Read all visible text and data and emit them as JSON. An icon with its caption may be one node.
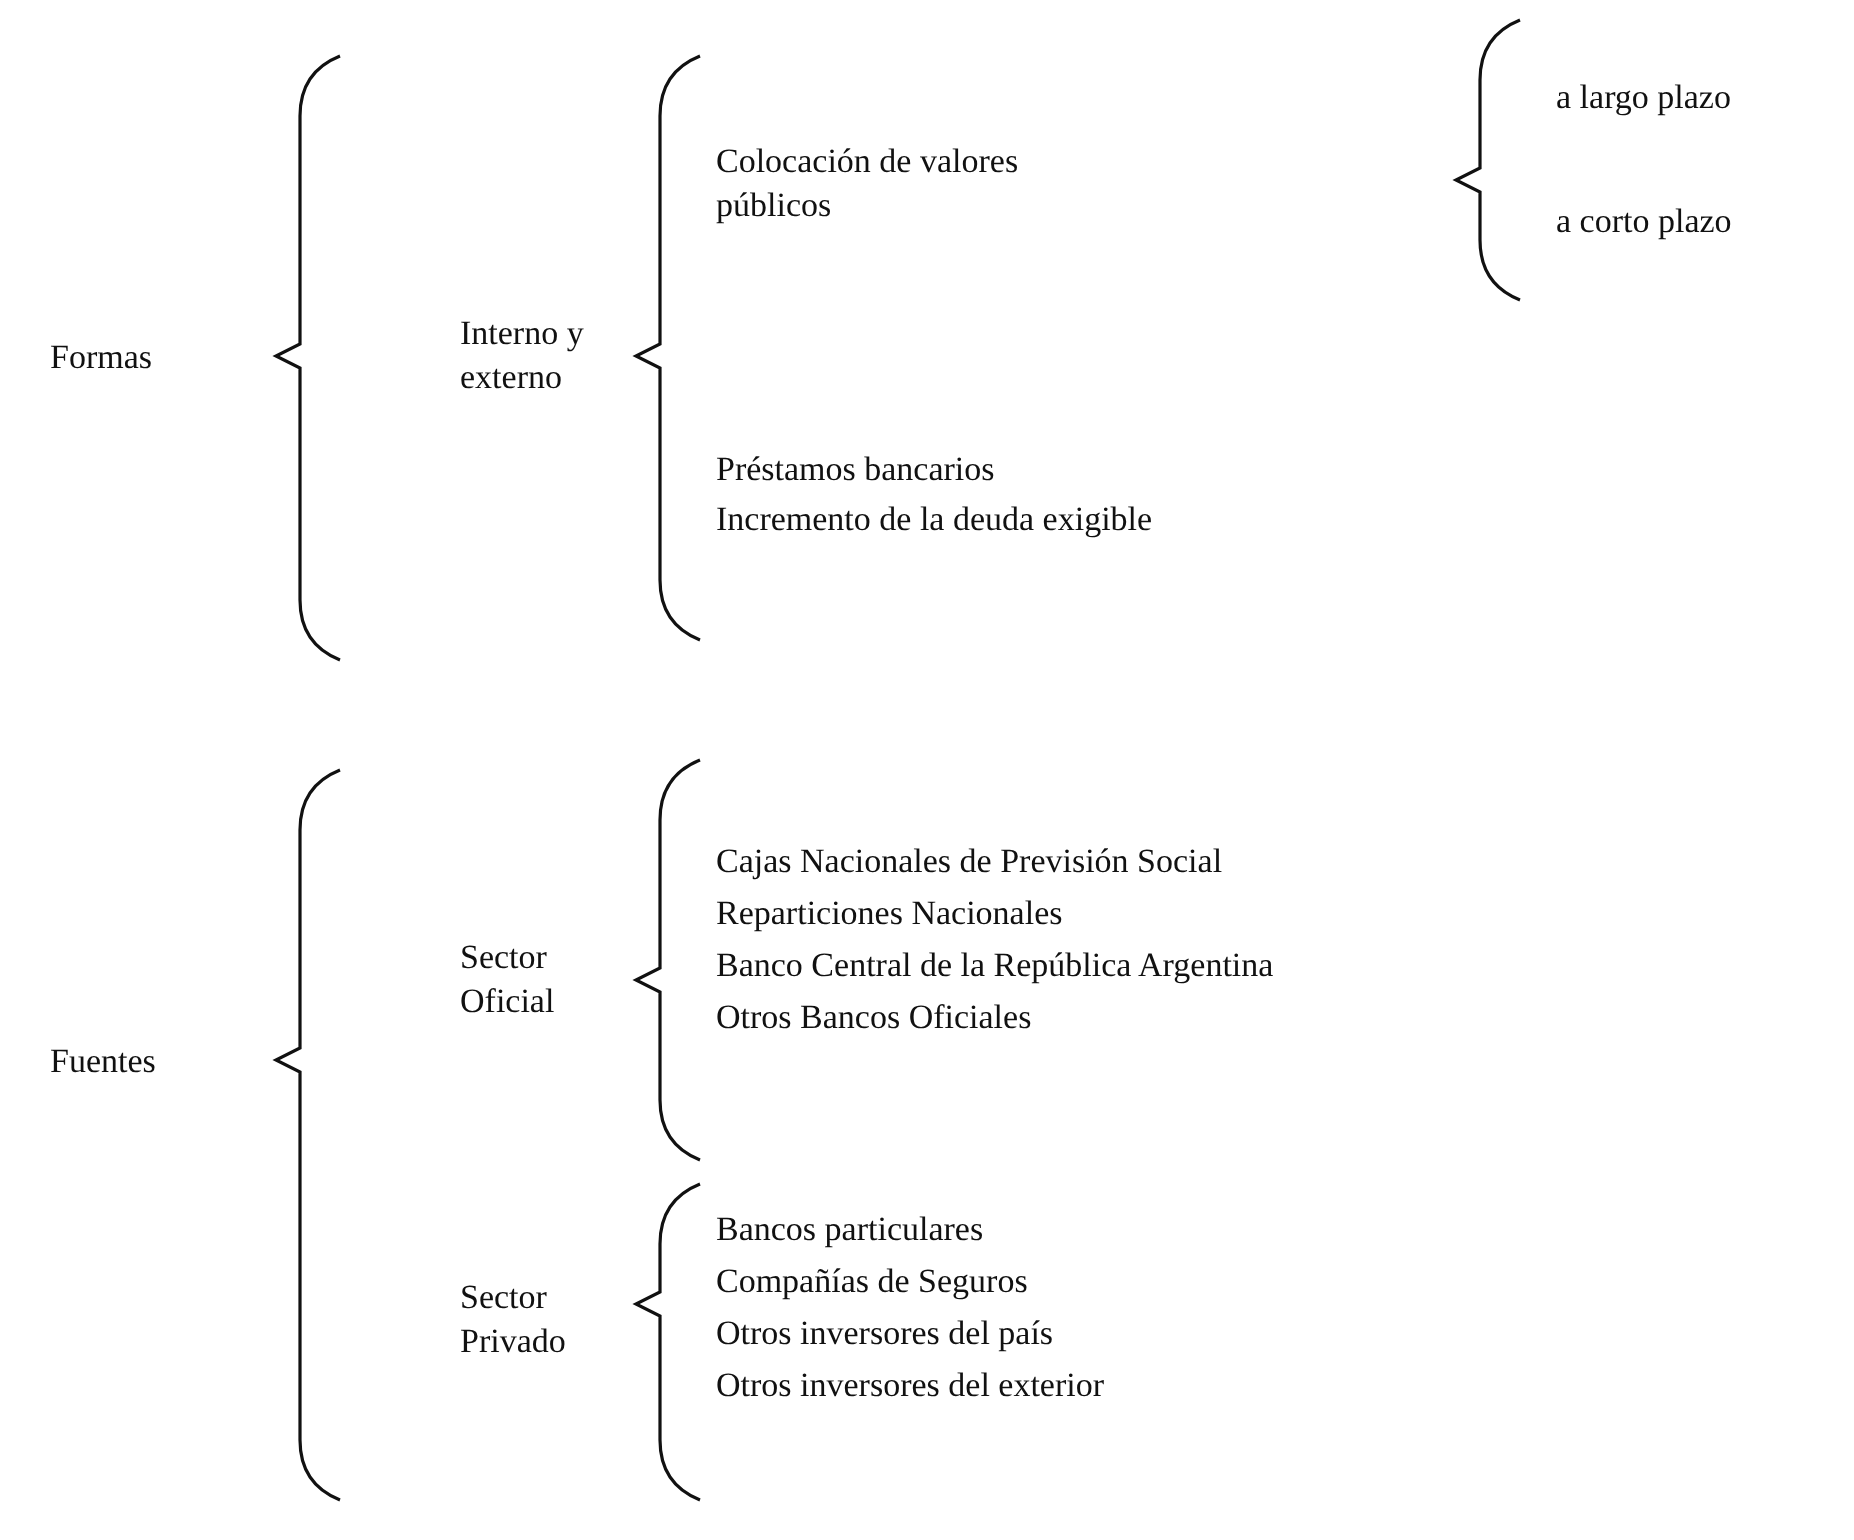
{
  "diagram": {
    "labels": [
      "Formas",
      "Interno y externo",
      "Colocación de valores públicos",
      "a largo plazo",
      "a corto plazo",
      "Préstamos bancarios",
      "Incremento de la deuda exigible",
      "Fuentes",
      "Sector Oficial",
      "Cajas Nacionales de Previsión Social",
      "Reparticiones Nacionales",
      "Banco Central de la República Argentina",
      "Otros Bancos Oficiales",
      "Sector Privado",
      "Bancos particulares",
      "Compañías de Seguros",
      "Otros inversores del país",
      "Otros inversores del exterior"
    ]
  }
}
